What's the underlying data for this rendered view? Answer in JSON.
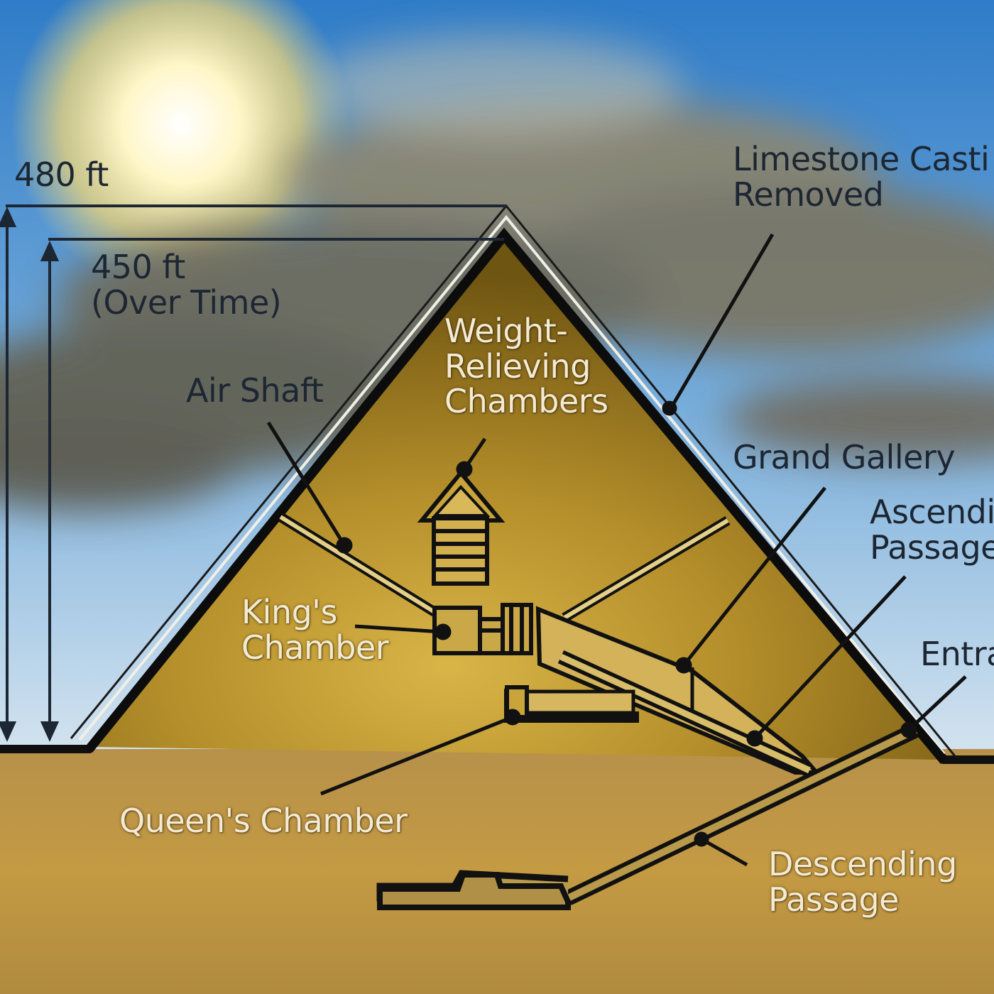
{
  "labels": {
    "height_original": "480 ft",
    "height_current": "450 ft",
    "height_current_note": "(Over Time)",
    "casing_line1": "Limestone Casti",
    "casing_line2": "Removed",
    "air_shaft": "Air Shaft",
    "weight_line1": "Weight-",
    "weight_line2": "Relieving",
    "weight_line3": "Chambers",
    "grand_gallery": "Grand Gallery",
    "ascending_line1": "Ascendi",
    "ascending_line2": "Passage",
    "entrance": "Entra",
    "kings_line1": "King's",
    "kings_line2": "Chamber",
    "queens_chamber": "Queen's Chamber",
    "descending_line1": "Descending",
    "descending_line2": "Passage"
  },
  "colors": {
    "sky_top": "#2f7cc8",
    "sky_bottom": "#cfe0ee",
    "cloud": "#7b7664",
    "sun": "#fff6c8",
    "stone_light": "#c9a43a",
    "stone_dark": "#6f5512",
    "ground": "#b8924a",
    "outline": "#101010",
    "leader": "#1a1a1a",
    "label_dark": "#1d2633",
    "label_light": "#f3ead2"
  }
}
